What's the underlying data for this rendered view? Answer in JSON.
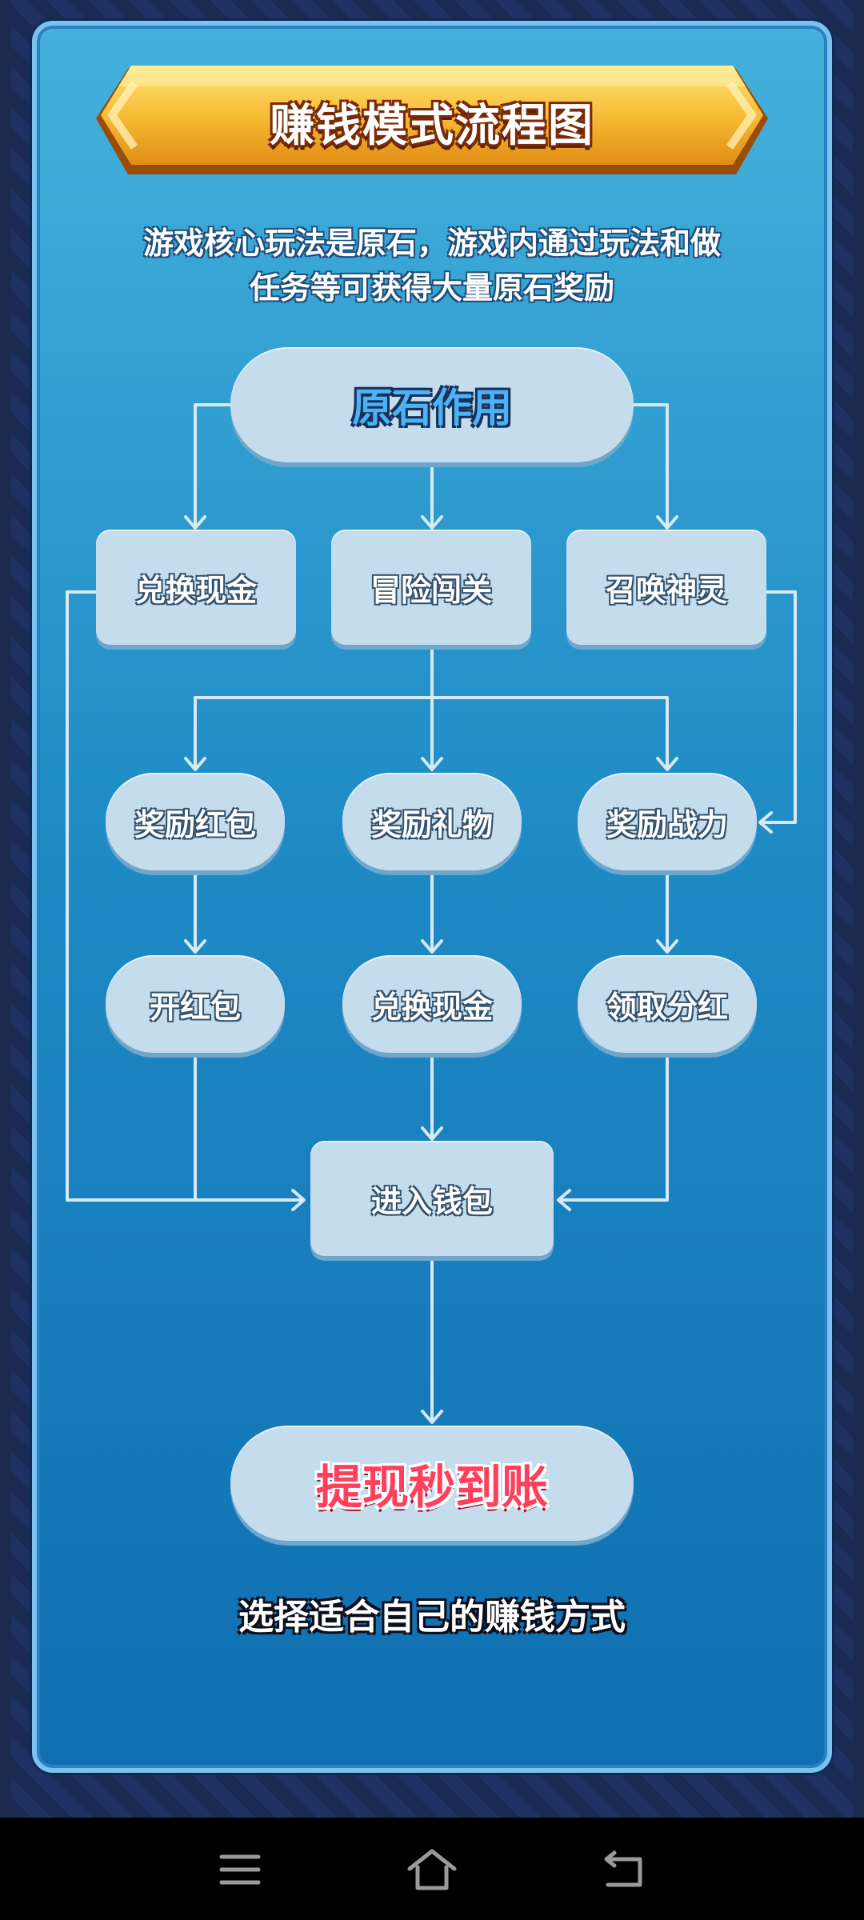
{
  "banner": {
    "title": "赚钱模式流程图"
  },
  "intro": {
    "line1": "游戏核心玩法是原石，游戏内通过玩法和做",
    "line2": "任务等可获得大量原石奖励"
  },
  "flow": {
    "root": "原石作用",
    "level1": [
      "兑换现金",
      "冒险闯关",
      "召唤神灵"
    ],
    "level2": [
      "奖励红包",
      "奖励礼物",
      "奖励战力"
    ],
    "level3": [
      "开红包",
      "兑换现金",
      "领取分红"
    ],
    "wallet": "进入钱包",
    "withdraw": "提现秒到账"
  },
  "footer": {
    "text": "选择适合自己的赚钱方式"
  },
  "navbar": {
    "icons": [
      "menu-icon",
      "home-icon",
      "back-icon"
    ]
  },
  "colors": {
    "panel_top": "#44b1dc",
    "panel_bottom": "#0f6fb0",
    "node_fill": "#c5dcec",
    "banner_gold": "#f5b731",
    "title_blue": "#4db2f5",
    "withdraw_red": "#ff3f5c"
  }
}
